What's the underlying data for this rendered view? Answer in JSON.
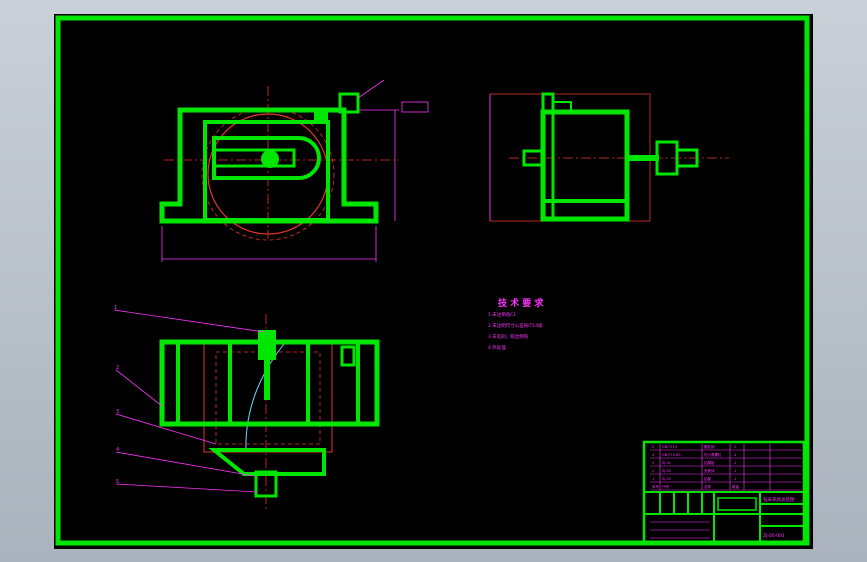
{
  "colors": {
    "background": "#000000",
    "outline": "#00e600",
    "hidden_lines": "#e8342a",
    "dimensions": "#ff33ff",
    "window_frame": "#bcc4cc"
  },
  "technical_requirements": {
    "title": "技 术 要 求",
    "items": [
      "1.未注倒角C1",
      "2.未注明尺寸公差按IT14级",
      "3.去毛刺，锐边倒钝",
      "4.热处理"
    ]
  },
  "part_labels": [
    "1",
    "2",
    "3",
    "4",
    "5"
  ],
  "title_block": {
    "title": "钻床夹具总装图",
    "drawing_no": "ZJ-00-001",
    "parts_list": [
      {
        "no": "5",
        "code": "GB/T119",
        "name": "圆柱销",
        "qty": "2"
      },
      {
        "no": "4",
        "code": "GB/T70-85",
        "name": "内六角螺钉",
        "qty": "4"
      },
      {
        "no": "3",
        "code": "ZJ-01",
        "name": "钻模板",
        "qty": "1"
      },
      {
        "no": "2",
        "code": "ZJ-02",
        "name": "夹具体",
        "qty": "1"
      },
      {
        "no": "1",
        "code": "ZJ-03",
        "name": "钻套",
        "qty": "1"
      }
    ],
    "header": {
      "no": "序号",
      "code": "代号",
      "name": "名称",
      "qty": "数量"
    }
  }
}
